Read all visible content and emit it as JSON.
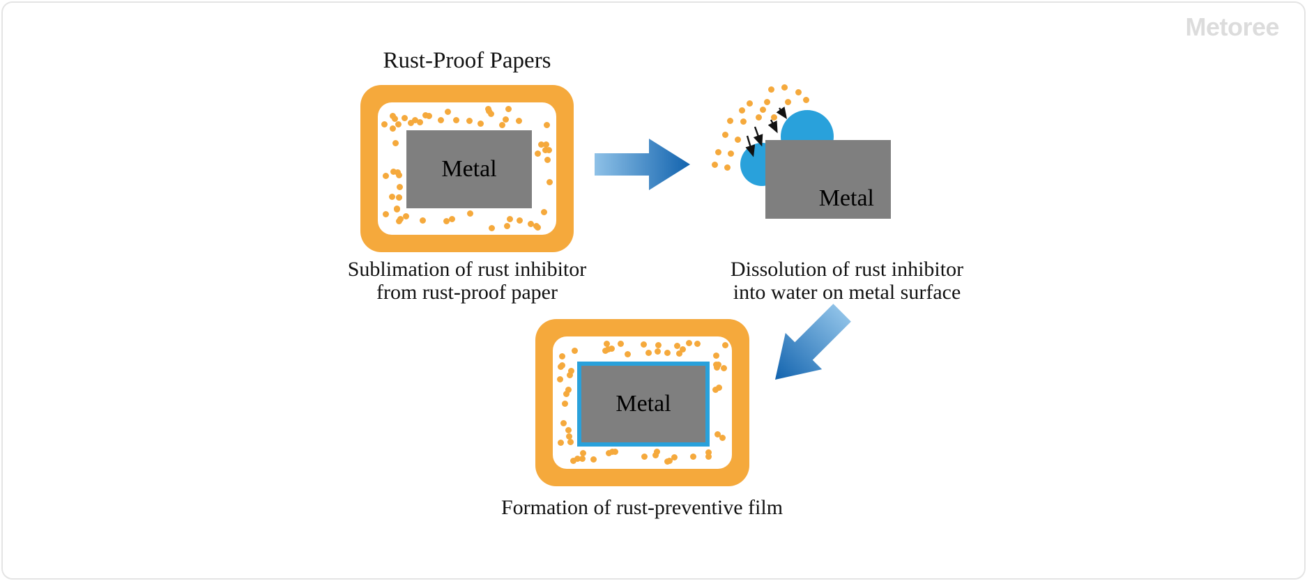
{
  "watermark": "Metoree",
  "colors": {
    "orange": "#F5A93C",
    "metal_gray": "#7F7F7F",
    "water_blue": "#29A1DB",
    "arrow_light": "#8EC1E7",
    "arrow_dark": "#1263AE",
    "diffusion_arrow_black": "#111111",
    "watermark_gray": "#dcdcdc"
  },
  "steps": {
    "paper": {
      "title": "Rust-Proof Papers",
      "metal_label": "Metal",
      "caption_line1": "Sublimation of rust inhibitor",
      "caption_line2": "from rust-proof paper"
    },
    "dissolution": {
      "metal_label": "Metal",
      "caption_line1": "Dissolution of rust inhibitor",
      "caption_line2": "into water on metal surface"
    },
    "film": {
      "metal_label": "Metal",
      "caption": "Formation of rust-preventive film"
    }
  }
}
